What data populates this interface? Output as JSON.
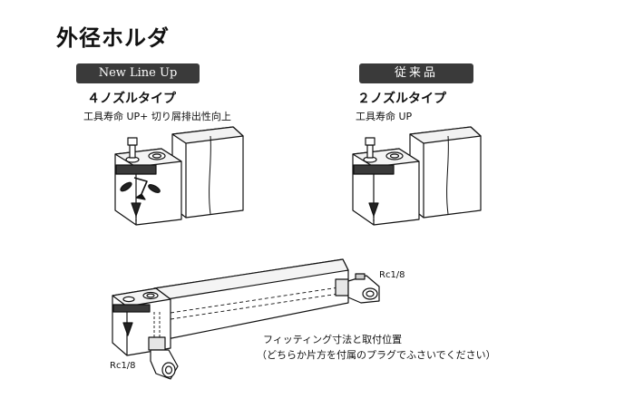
{
  "title": "外径ホルダ",
  "new_product": {
    "badge": "New Line Up",
    "nozzle": "４ノズルタイプ",
    "feature": "工具寿命 UP+ 切り屑排出性向上"
  },
  "old_product": {
    "badge": "従来品",
    "nozzle": "２ノズルタイプ",
    "feature": "工具寿命 UP"
  },
  "fitting": {
    "port_top": "Rc1/8",
    "port_bottom": "Rc1/8",
    "note_line1": "フィッティング寸法と取付位置",
    "note_line2": "（どちらか片方を付属のプラグでふさいでください）"
  }
}
